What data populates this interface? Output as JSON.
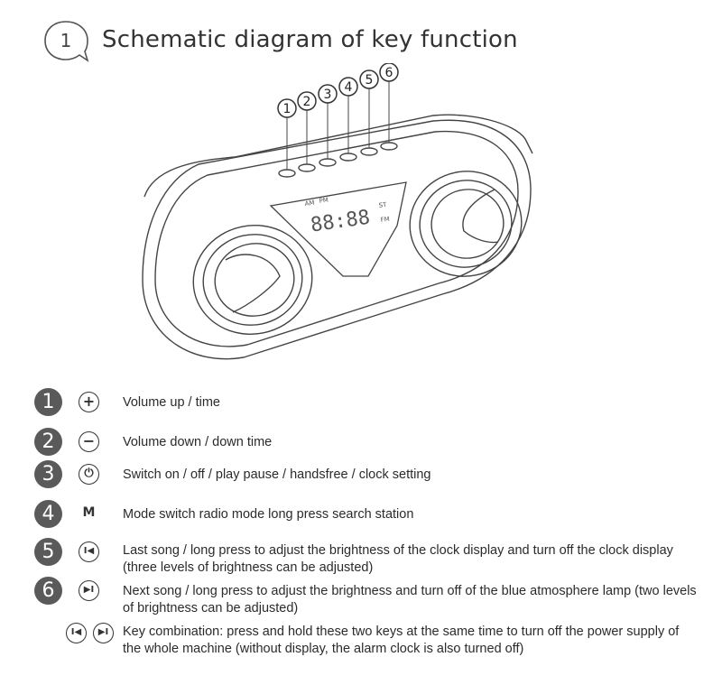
{
  "header": {
    "step_number": "1",
    "title": "Schematic diagram of key function"
  },
  "device": {
    "button_labels": [
      "1",
      "2",
      "3",
      "4",
      "5",
      "6"
    ],
    "display": {
      "digits": "88:88",
      "indicators": [
        "AM",
        "PM",
        "ST",
        "FM"
      ]
    }
  },
  "keys": [
    {
      "number": "1",
      "icon": "plus-icon",
      "symbol": "+",
      "description": "Volume up / time"
    },
    {
      "number": "2",
      "icon": "minus-icon",
      "symbol": "−",
      "description": "Volume down / down time"
    },
    {
      "number": "3",
      "icon": "power-icon",
      "symbol": "⏻",
      "description": "Switch on / off / play pause / handsfree / clock setting"
    },
    {
      "number": "4",
      "icon": "mode-icon",
      "symbol": "M",
      "description": "Mode switch radio mode long press search station"
    },
    {
      "number": "5",
      "icon": "previous-track-icon",
      "symbol": "I◀",
      "description": "Last song / long press to adjust the brightness of the clock display and turn off the clock display (three levels of brightness can be adjusted)"
    },
    {
      "number": "6",
      "icon": "next-track-icon",
      "symbol": "▶I",
      "description": "Next song / long press to adjust the brightness and turn off of the blue atmosphere lamp (two levels of brightness can be adjusted)"
    }
  ],
  "combination": {
    "icons": [
      "previous-track-icon",
      "next-track-icon"
    ],
    "symbols": [
      "I◀",
      "▶I"
    ],
    "description": "Key combination: press and hold these two keys at the same time to turn off the power supply of the whole machine (without display, the alarm clock is also turned off)"
  }
}
